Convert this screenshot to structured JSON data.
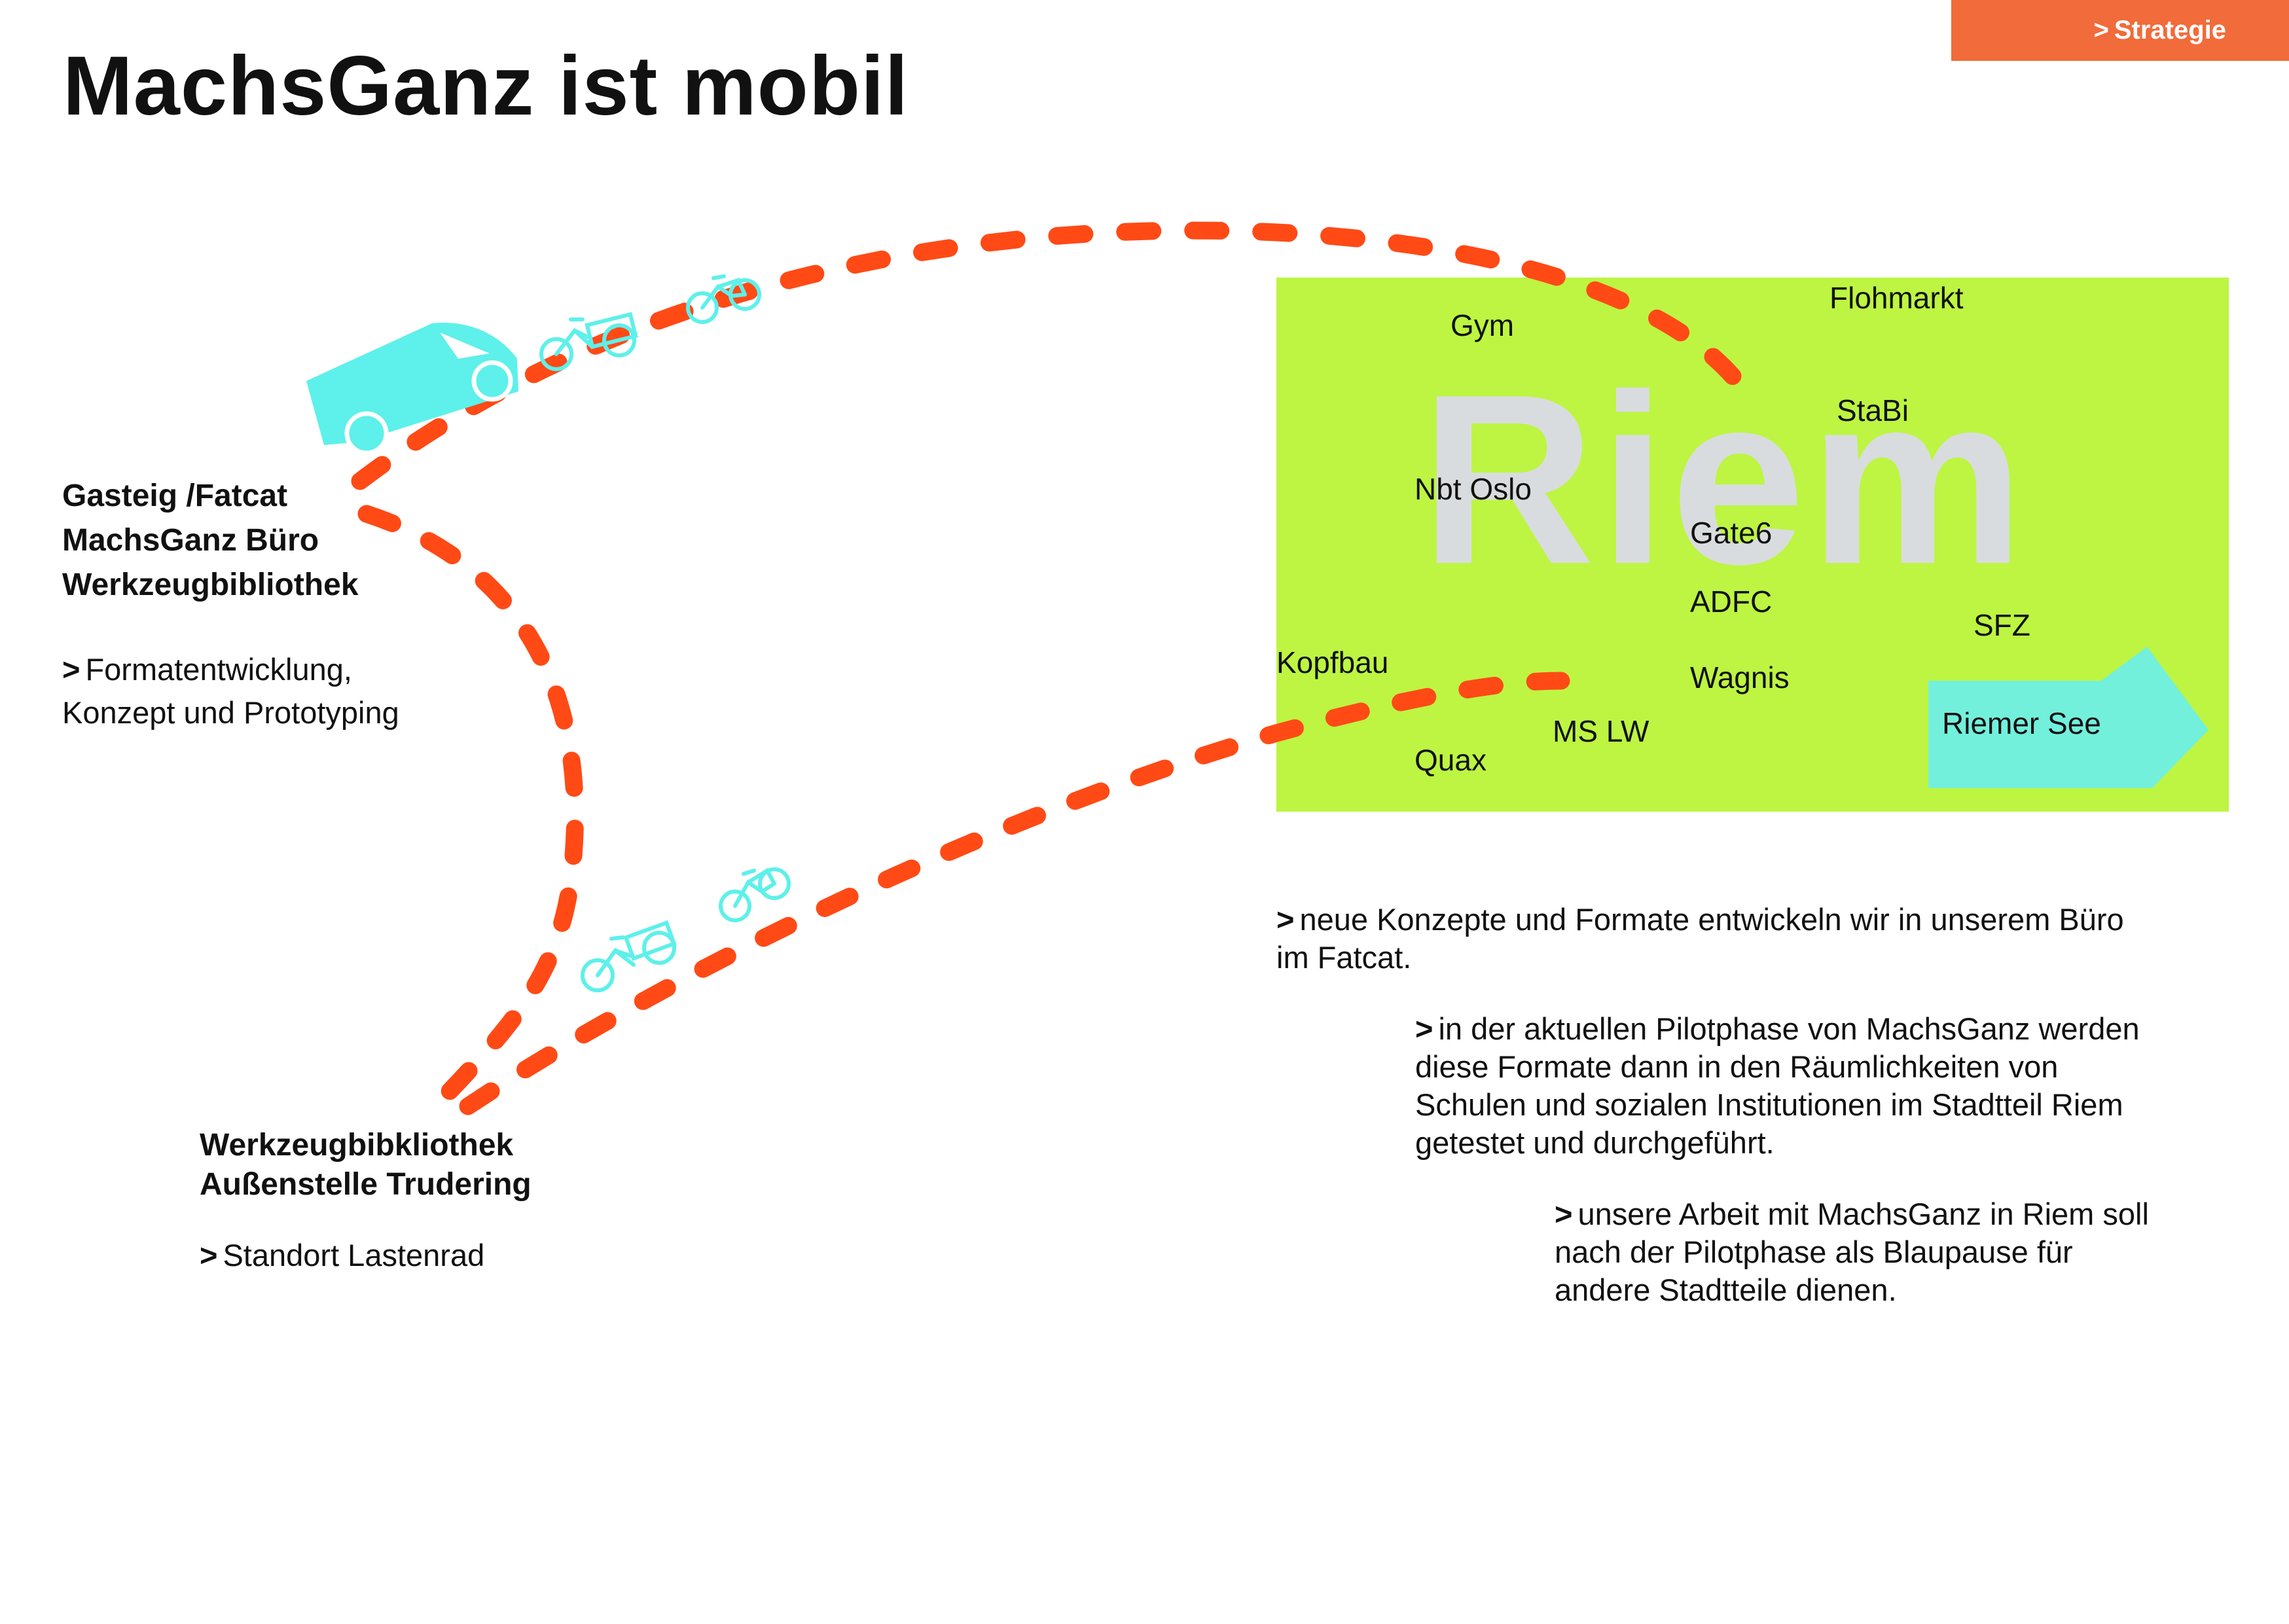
{
  "header": {
    "section_tag": "Strategie",
    "title": "MachsGanz ist mobil"
  },
  "hub": {
    "lines": [
      "Gasteig /Fatcat",
      "MachsGanz Büro",
      "Werkzeugbibliothek"
    ],
    "note_lines": [
      "Formatentwicklung,",
      "Konzept und Prototyping"
    ]
  },
  "branch": {
    "lines": [
      "Werkzeugbibkliothek",
      "Außenstelle Trudering"
    ],
    "note": "Standort Lastenrad"
  },
  "district": {
    "name": "Riem",
    "places": [
      "Gym",
      "Flohmarkt",
      "StaBi",
      "Nbt Oslo",
      "Gate6",
      "ADFC",
      "SFZ",
      "Kopfbau",
      "Wagnis",
      "MS LW",
      "Quax"
    ],
    "lake": "Riemer See"
  },
  "statements": [
    [
      "neue Konzepte und Formate entwickeln wir in unserem Büro",
      "im Fatcat."
    ],
    [
      "in der aktuellen Pilotphase von MachsGanz werden",
      "diese Formate dann in den Räumlichkeiten von",
      "Schulen und sozialen Institutionen im Stadtteil Riem",
      "getestet und durchgeführt."
    ],
    [
      "unsere Arbeit mit MachsGanz in Riem soll",
      "nach der Pilotphase als Blaupause für",
      "andere Stadtteile dienen."
    ]
  ],
  "icons": [
    "van-icon",
    "cargo-bike-icon",
    "bicycle-icon",
    "arrow-right-icon"
  ],
  "colors": {
    "accent_orange": "#f26b3a",
    "route_orange": "#ff4a16",
    "area_green": "#bdf542",
    "vehicle_cyan": "#5ef0ea",
    "lake_cyan": "#72f0dc",
    "watermark_grey": "#d9dcdf"
  }
}
